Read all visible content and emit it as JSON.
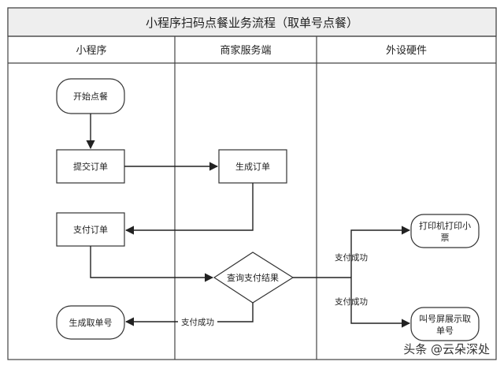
{
  "diagram": {
    "title": "小程序扫码点餐业务流程（取单号点餐）",
    "lanes": [
      "小程序",
      "商家服务端",
      "外设硬件"
    ],
    "nodes": {
      "start": "开始点餐",
      "submit": "提交订单",
      "gen_order": "生成订单",
      "pay": "支付订单",
      "query": "查询支付结果",
      "gen_number": "生成取单号",
      "print": [
        "打印机打印小",
        "票"
      ],
      "display": [
        "叫号屏展示取",
        "单号"
      ]
    },
    "edges": {
      "pay_success_1": "支付成功",
      "pay_success_2": "支付成功",
      "pay_success_3": "支付成功"
    }
  },
  "watermark": "头条 @云朵深处"
}
